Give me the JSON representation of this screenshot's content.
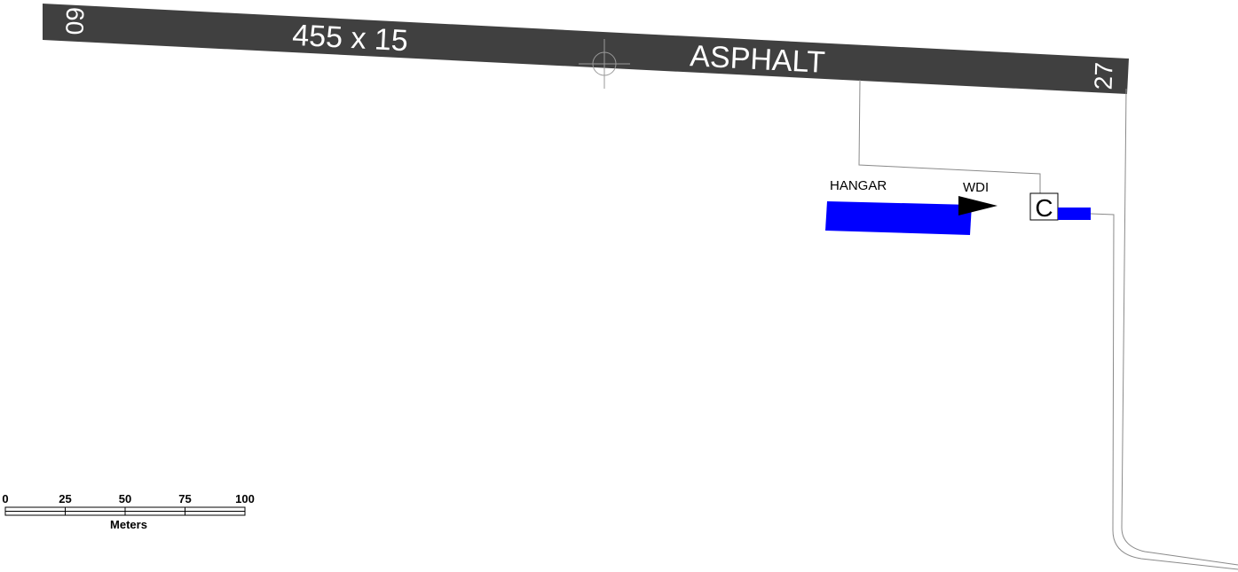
{
  "runway": {
    "end_west": "09",
    "end_east": "27",
    "dimensions": "455 x 15",
    "surface": "ASPHALT",
    "color": "#404040"
  },
  "features": {
    "hangar_label": "HANGAR",
    "wdi_label": "WDI",
    "fuel_symbol": "C",
    "building_color": "#0000ff"
  },
  "scale_bar": {
    "ticks": [
      "0",
      "25",
      "50",
      "75",
      "100"
    ],
    "unit": "Meters"
  }
}
